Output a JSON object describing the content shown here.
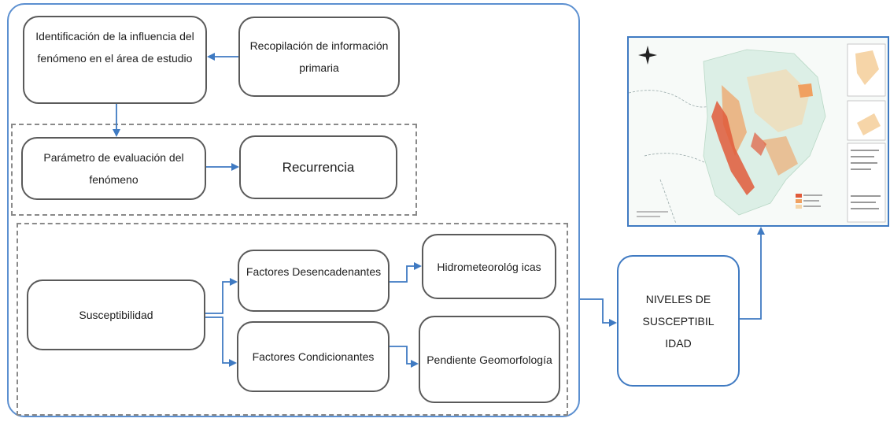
{
  "boxes": {
    "identificacion": "Identificación de la influencia del fenómeno en el área de estudio",
    "recopilacion": "Recopilación de información primaria",
    "parametro": "Parámetro de evaluación del fenómeno",
    "recurrencia": "Recurrencia",
    "susceptibilidad": "Susceptibilidad",
    "desencadenantes": "Factores Desencadenantes",
    "hidrometeorologicas": "Hidrometeorológ icas",
    "condicionantes": "Factores Condicionantes",
    "pendiente": "Pendiente Geomorfología",
    "niveles": "NIVELES DE SUSCEPTIBIL IDAD"
  },
  "colors": {
    "accent": "#3f7ac2",
    "frame": "#5b8fd0",
    "box_border": "#5a5a5a",
    "dashed": "#8a8a8a",
    "map_high": "#e05a3a",
    "map_medium": "#f0a060",
    "map_low": "#f6d5a8",
    "map_base": "#dcefe6"
  },
  "icons": {
    "north_arrow": "compass-rose-icon"
  }
}
